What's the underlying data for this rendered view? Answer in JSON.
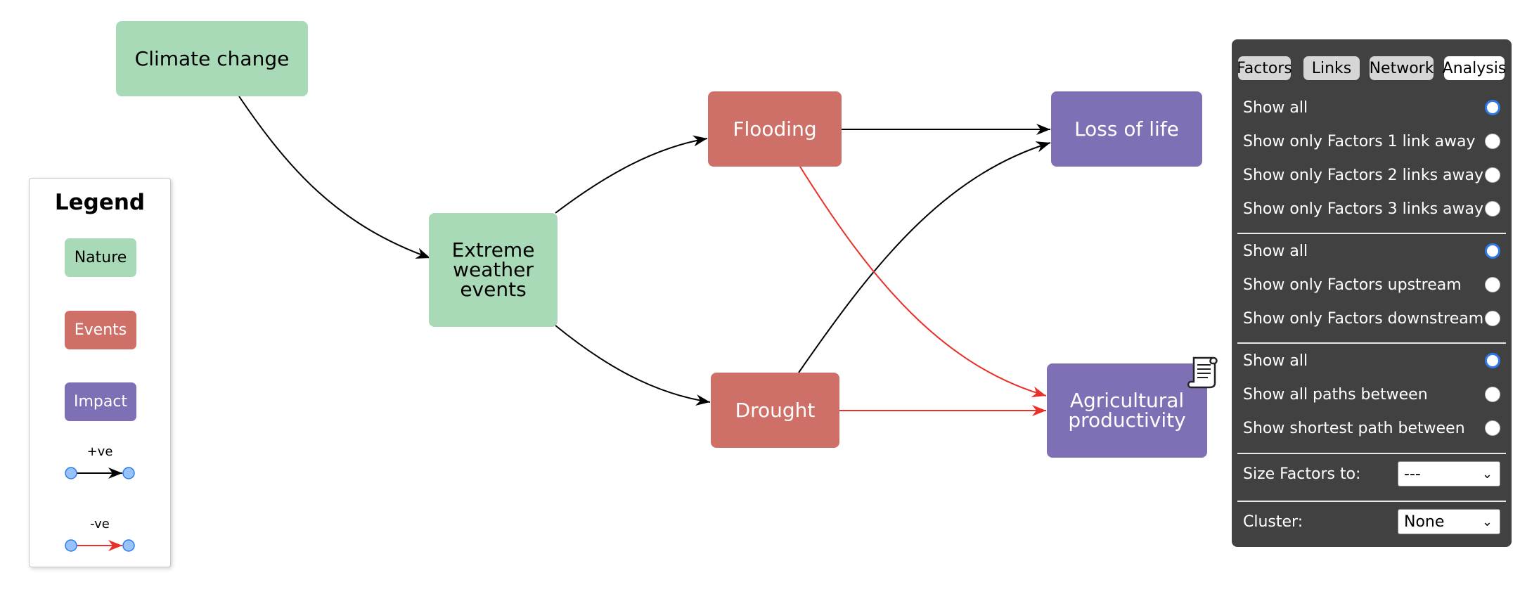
{
  "nodes": {
    "climate_change": {
      "label": "Climate change",
      "group": "Nature"
    },
    "extreme_weather": {
      "label": "Extreme weather events",
      "group": "Nature"
    },
    "flooding": {
      "label": "Flooding",
      "group": "Events"
    },
    "drought": {
      "label": "Drought",
      "group": "Events"
    },
    "loss_of_life": {
      "label": "Loss of life",
      "group": "Impact"
    },
    "agricultural_productivity": {
      "label": "Agricultural productivity",
      "group": "Impact"
    }
  },
  "links": [
    {
      "from": "Climate change",
      "to": "Extreme weather events",
      "sign": "+ve"
    },
    {
      "from": "Extreme weather events",
      "to": "Flooding",
      "sign": "+ve"
    },
    {
      "from": "Extreme weather events",
      "to": "Drought",
      "sign": "+ve"
    },
    {
      "from": "Flooding",
      "to": "Loss of life",
      "sign": "+ve"
    },
    {
      "from": "Drought",
      "to": "Loss of life",
      "sign": "+ve"
    },
    {
      "from": "Flooding",
      "to": "Agricultural productivity",
      "sign": "-ve"
    },
    {
      "from": "Drought",
      "to": "Agricultural productivity",
      "sign": "-ve"
    }
  ],
  "legend": {
    "title": "Legend",
    "groups": [
      {
        "label": "Nature",
        "color": "#a8dab7"
      },
      {
        "label": "Events",
        "color": "#cf7068"
      },
      {
        "label": "Impact",
        "color": "#7f70b5"
      }
    ],
    "edges": [
      {
        "label": "+ve",
        "color": "#000000"
      },
      {
        "label": "-ve",
        "color": "#e8312a"
      }
    ]
  },
  "panel": {
    "tabs": [
      {
        "label": "Factors",
        "active": false
      },
      {
        "label": "Links",
        "active": false
      },
      {
        "label": "Network",
        "active": false
      },
      {
        "label": "Analysis",
        "active": true
      }
    ],
    "radius_options": [
      {
        "label": "Show all",
        "checked": true
      },
      {
        "label": "Show only Factors 1 link away",
        "checked": false
      },
      {
        "label": "Show only Factors 2 links away",
        "checked": false
      },
      {
        "label": "Show only Factors 3 links away",
        "checked": false
      }
    ],
    "stream_options": [
      {
        "label": "Show all",
        "checked": true
      },
      {
        "label": "Show only Factors upstream",
        "checked": false
      },
      {
        "label": "Show only Factors downstream",
        "checked": false
      }
    ],
    "path_options": [
      {
        "label": "Show all",
        "checked": true
      },
      {
        "label": "Show all paths between",
        "checked": false
      },
      {
        "label": "Show shortest path between",
        "checked": false
      }
    ],
    "size_factors": {
      "label": "Size Factors to:",
      "value": "---"
    },
    "cluster": {
      "label": "Cluster:",
      "value": "None"
    }
  },
  "colors": {
    "nature": "#a8dab7",
    "events": "#cf7068",
    "impact": "#7f70b5",
    "positive_link": "#000000",
    "negative_link": "#e8312a",
    "panel_bg": "#414141",
    "radio_checked": "#2f79ee"
  },
  "icons": {
    "history": "scroll-icon"
  }
}
